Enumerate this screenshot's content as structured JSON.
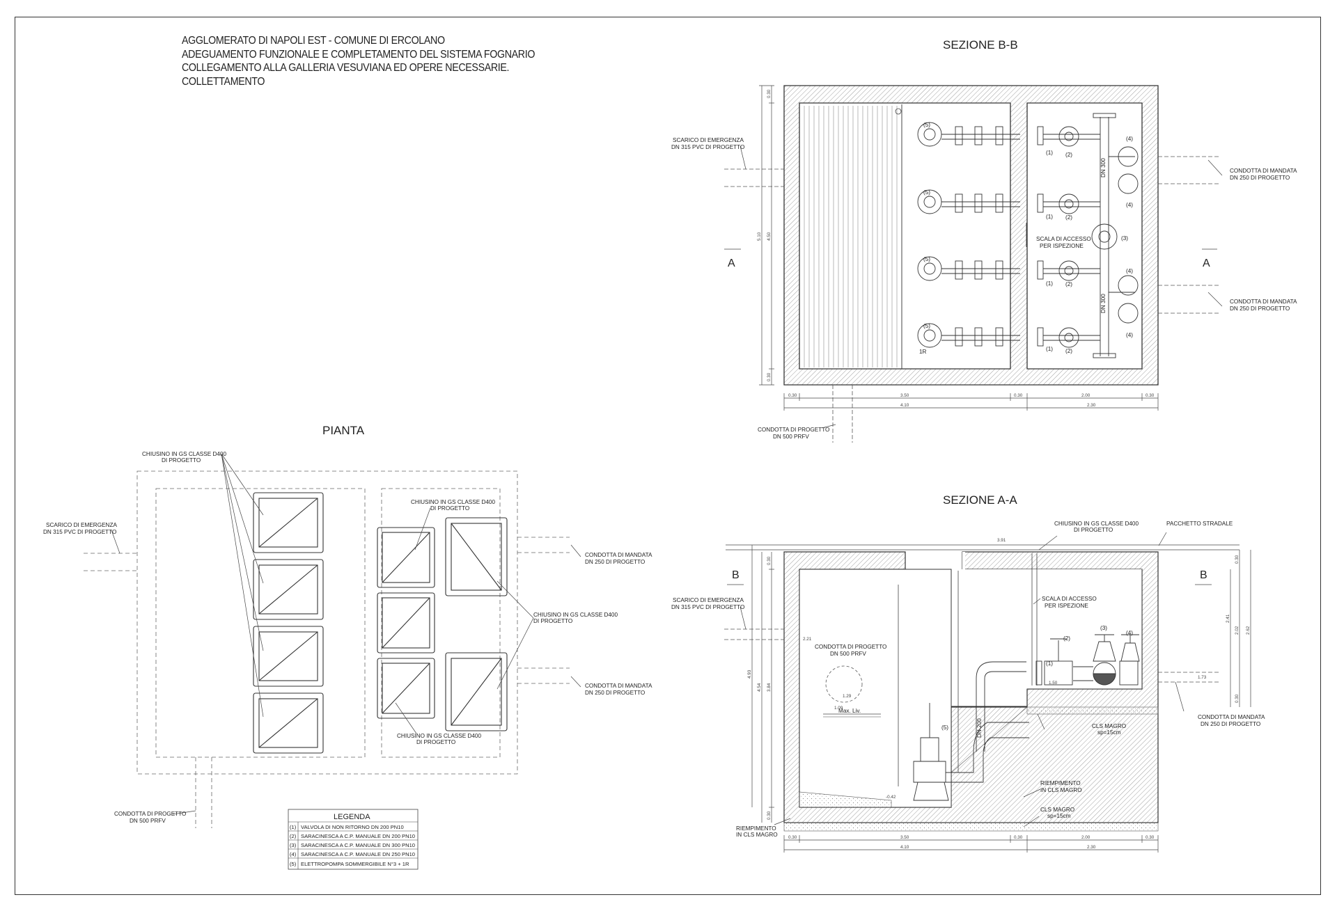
{
  "header": {
    "line1": "AGGLOMERATO DI NAPOLI EST - COMUNE DI ERCOLANO",
    "line2": "ADEGUAMENTO FUNZIONALE E COMPLETAMENTO DEL SISTEMA FOGNARIO",
    "line3": "COLLEGAMENTO ALLA GALLERIA VESUVIANA ED OPERE NECESSARIE.",
    "line4": "COLLETTAMENTO"
  },
  "views": {
    "pianta": "PIANTA",
    "sezione_bb": "SEZIONE B-B",
    "sezione_aa": "SEZIONE A-A"
  },
  "notes": {
    "scarico_1": "SCARICO DI EMERGENZA",
    "scarico_2": "DN 315 PVC DI PROGETTO",
    "mandata_1": "CONDOTTA DI MANDATA",
    "mandata_2": "DN 250 DI PROGETTO",
    "progetto_1": "CONDOTTA DI PROGETTO",
    "progetto_2": "DN 500 PRFV",
    "chiusino_1": "CHIUSINO IN GS CLASSE D400",
    "chiusino_2": "DI PROGETTO",
    "scala_1": "SCALA DI ACCESSO",
    "scala_2": "PER ISPEZIONE",
    "pacchetto": "PACCHETTO STRADALE",
    "cls_magro": "CLS MAGRO",
    "sp15": "sp=15cm",
    "riemp_1": "RIEMPIMENTO",
    "riemp_2": "IN CLS MAGRO",
    "max_liv": "Max. Liv.",
    "dn200": "DN 200",
    "dn300": "DN 300",
    "one_r": "1R",
    "sec_a": "A",
    "sec_b": "B",
    "c1": "(1)",
    "c2": "(2)",
    "c3": "(3)",
    "c4": "(4)",
    "c5": "(5)"
  },
  "dims": {
    "bb_bottom_row": [
      "0.30",
      "3.50",
      "0.30",
      "2.00",
      "0.30"
    ],
    "bb_totals": [
      "4.10",
      "2.30"
    ],
    "bb_left": [
      "0.30",
      "4.50",
      "0.30"
    ],
    "bb_left_total": "5.10",
    "aa_bottom_row": [
      "0.30",
      "3.50",
      "0.30",
      "2.00",
      "0.30"
    ],
    "aa_totals": [
      "4.10",
      "2.30"
    ],
    "aa_left": [
      "0.30",
      "3.84",
      "0.30"
    ],
    "aa_left_total": "4.54",
    "aa_left_outer": "4.93",
    "aa_right": [
      "0.30",
      "2.02",
      "2.62",
      "2.41",
      "0.30"
    ],
    "aa_levels": {
      "top": "3.91",
      "inlet": "2.21",
      "pipe": "1.29",
      "min": "1.09",
      "bottom": "-0.42",
      "valves": "1.50",
      "outlet": "1.73"
    }
  },
  "legend": {
    "title": "LEGENDA",
    "rows": [
      {
        "code": "(1)",
        "text": "VALVOLA DI NON RITORNO DN 200 PN10"
      },
      {
        "code": "(2)",
        "text": "SARACINESCA A C.P. MANUALE DN 200 PN10"
      },
      {
        "code": "(3)",
        "text": "SARACINESCA A C.P. MANUALE DN 300 PN10"
      },
      {
        "code": "(4)",
        "text": "SARACINESCA A C.P. MANUALE DN 250 PN10"
      },
      {
        "code": "(5)",
        "text": "ELETTROPOMPA SOMMERGIBILE N°3 + 1R"
      }
    ]
  }
}
